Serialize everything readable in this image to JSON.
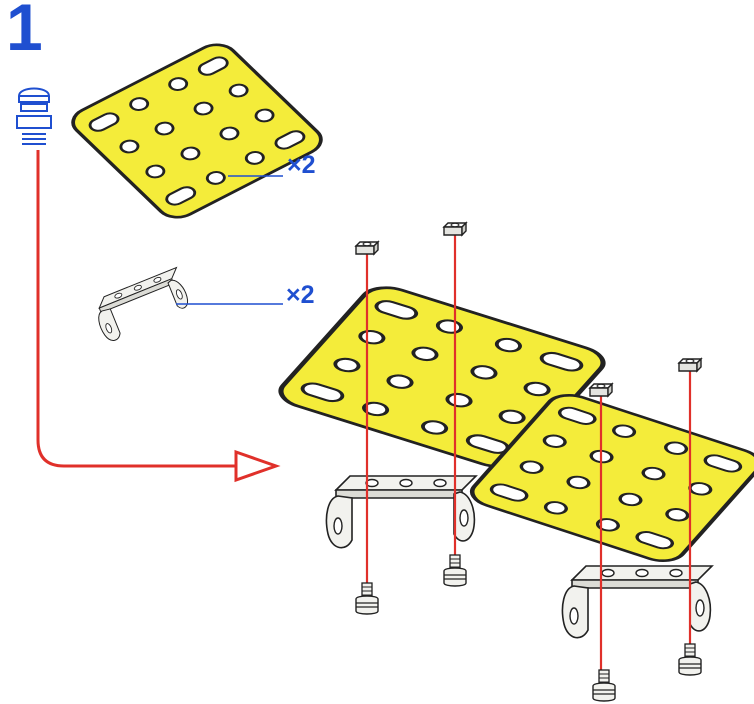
{
  "step": {
    "number": "1"
  },
  "parts": [
    {
      "name": "flat-plate",
      "quantity_label": "×2"
    },
    {
      "name": "double-bracket",
      "quantity_label": "×2"
    }
  ],
  "colors": {
    "plate_fill": "#f4ec3a",
    "outline": "#222222",
    "accent_blue": "#1f4fd0",
    "guide_red": "#e0302a",
    "metal": "#f2f2ee"
  },
  "icons": [
    "screw-icon",
    "arrow-right-icon"
  ]
}
